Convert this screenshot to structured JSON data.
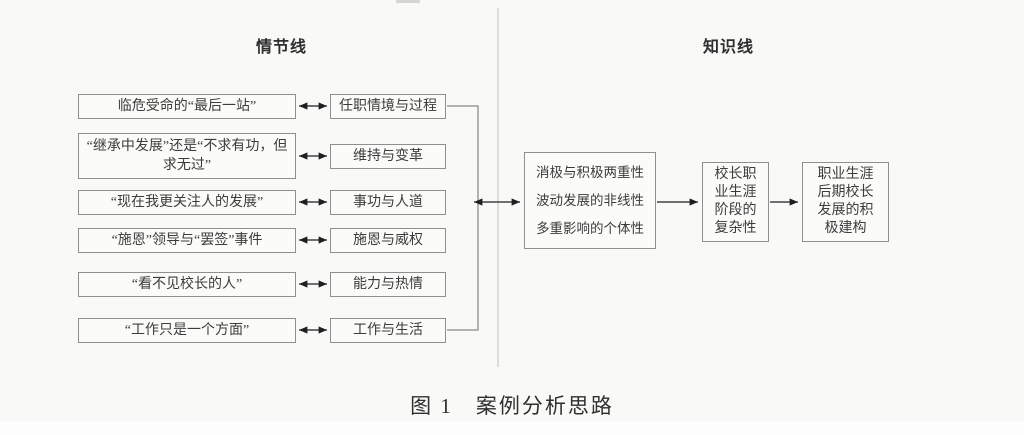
{
  "figure": {
    "left_header": "情节线",
    "right_header": "知识线",
    "caption": "图 1　案例分析思路"
  },
  "plot_line": {
    "rows": [
      {
        "episode": "临危受命的“最后一站”",
        "concept": "任职情境与过程"
      },
      {
        "episode": "“继承中发展”还是“不求有功，但求无过”",
        "concept": "维持与变革"
      },
      {
        "episode": "“现在我更关注人的发展”",
        "concept": "事功与人道"
      },
      {
        "episode": "“施恩”领导与“罢签”事件",
        "concept": "施恩与威权"
      },
      {
        "episode": "“看不见校长的人”",
        "concept": "能力与热情"
      },
      {
        "episode": "“工作只是一个方面”",
        "concept": "工作与生活"
      }
    ]
  },
  "knowledge_line": {
    "characteristics": [
      "消极与积极两重性",
      "波动发展的非线性",
      "多重影响的个体性"
    ],
    "stage_complexity": "校长职业生涯阶段的复杂性",
    "positive_construct": "职业生涯后期校长发展的积极建构"
  },
  "colors": {
    "box_border": "#8f8f8f",
    "arrow": "#1f1f1f",
    "bracket": "#9a9a9a",
    "divider": "#c9c9c9",
    "background": "#f9f9f7"
  }
}
